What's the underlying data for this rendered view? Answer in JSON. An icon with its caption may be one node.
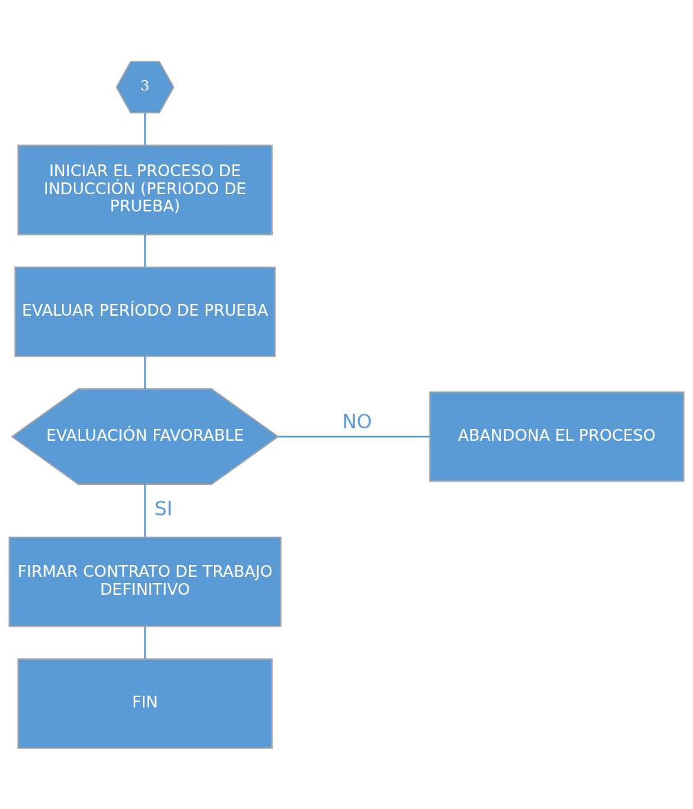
{
  "diagram": {
    "nodes": [
      {
        "text": [
          "3"
        ]
      },
      {
        "text": [
          "INICIAR EL PROCESO DE INDUCCIÓN (PERIODO DE PRUEBA)"
        ]
      },
      {
        "text": [
          "EVALUAR PERÍODO DE PRUEBA"
        ]
      },
      {
        "text": [
          "EVALUACIÓN FAVORABLE"
        ]
      },
      {
        "text": [
          "ABANDONA EL PROCESO"
        ]
      },
      {
        "text": [
          "FIRMAR CONTRATO DE TRABAJO DEFINITIVO"
        ]
      },
      {
        "text": [
          "FIN"
        ]
      }
    ],
    "edges": [
      {
        "from": 0,
        "to": 1,
        "arrow": "none"
      },
      {
        "from": 1,
        "to": 2,
        "arrow": "none"
      },
      {
        "from": 2,
        "to": 3,
        "arrow": "none"
      },
      {
        "from": 3,
        "to": 4,
        "arrow": "none",
        "label": "NO"
      },
      {
        "from": 3,
        "to": 5,
        "arrow": "none",
        "label": "SI"
      },
      {
        "from": 5,
        "to": 6,
        "arrow": "none"
      }
    ]
  }
}
